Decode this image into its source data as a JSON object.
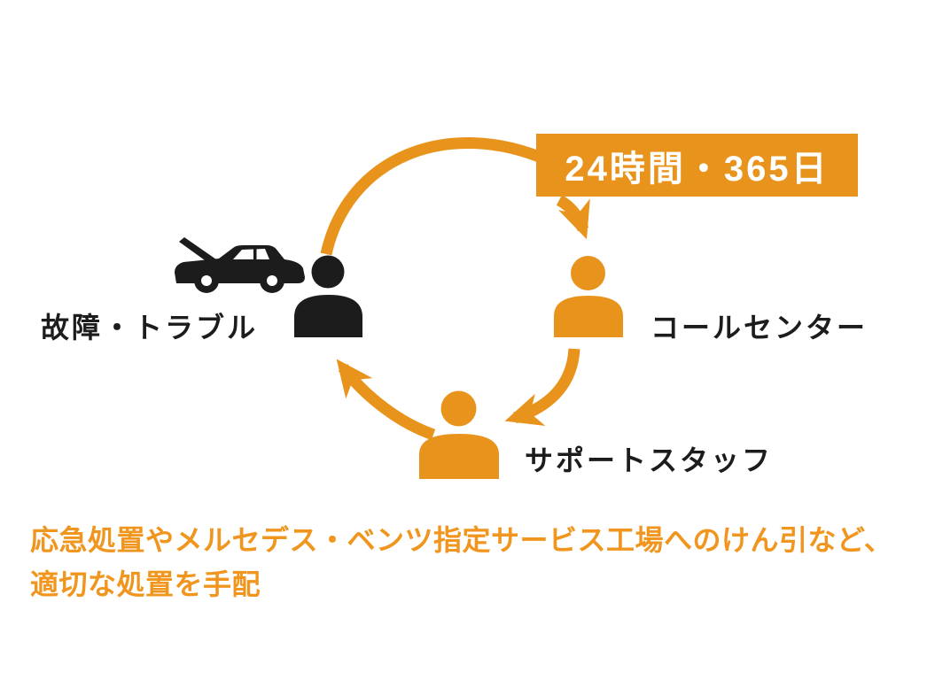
{
  "diagram": {
    "badge": {
      "label": "24時間・365日"
    },
    "nodes": [
      {
        "id": "trouble",
        "label": "故障・トラブル",
        "icon": "car-open-hood-icon + person-icon",
        "color": "#1C1C1C"
      },
      {
        "id": "call-center",
        "label": "コールセンター",
        "icon": "person-icon",
        "color": "#E8941C"
      },
      {
        "id": "support-staff",
        "label": "サポートスタッフ",
        "icon": "person-icon",
        "color": "#E8941C"
      }
    ],
    "flow": [
      {
        "from": "trouble",
        "to": "call-center"
      },
      {
        "from": "call-center",
        "to": "support-staff"
      },
      {
        "from": "support-staff",
        "to": "trouble"
      }
    ],
    "caption": {
      "line1": "応急処置やメルセデス・ベンツ指定サービス工場へのけん引など、",
      "line2": "適切な処置を手配"
    },
    "colors": {
      "orange": "#E8941C",
      "caption_orange": "#F0961E",
      "black": "#1C1C1C",
      "badge_text": "#FFFFFF",
      "background": "#FFFFFF"
    }
  }
}
